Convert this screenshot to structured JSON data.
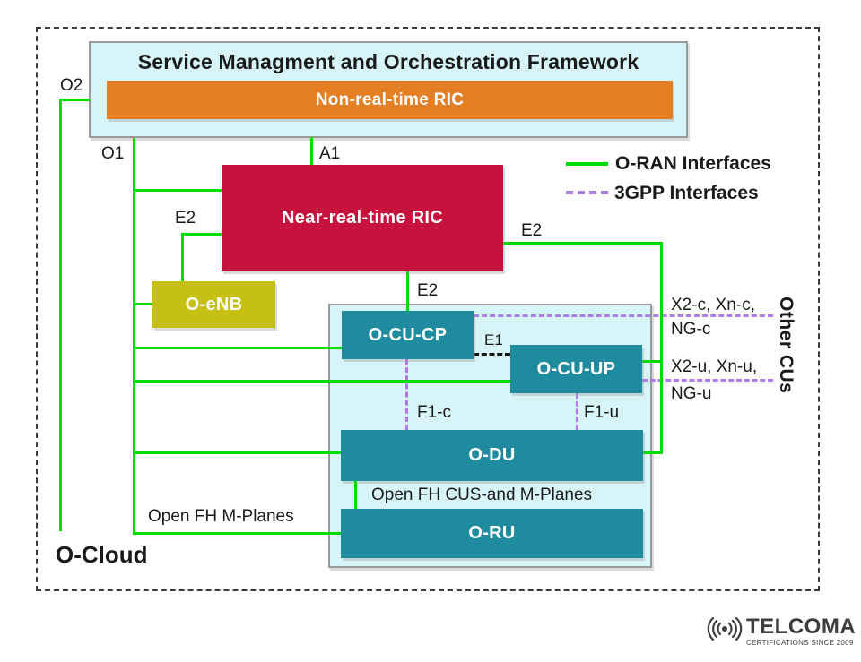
{
  "colors": {
    "cyan": "#D7F5F8",
    "box_border": "#999999",
    "orange": "#E57F24",
    "crimson": "#C6123C",
    "teal": "#1E8C9E",
    "yellow_green": "#C5C013",
    "green": "#00DC00",
    "purple": "#AE7BE8",
    "ink": "#1A1A1A",
    "logo": "#3D3D3D"
  },
  "smo": {
    "title": "Service Managment and Orchestration Framework",
    "non_rt_ric": "Non-real-time RIC"
  },
  "nodes": {
    "near_rt_ric": "Near-real-time RIC",
    "o_enb": "O-eNB",
    "o_cu_cp": "O-CU-CP",
    "o_cu_up": "O-CU-UP",
    "o_du": "O-DU",
    "o_ru": "O-RU"
  },
  "interfaces": {
    "o2": "O2",
    "o1": "O1",
    "a1": "A1",
    "e2_left": "E2",
    "e2_mid": "E2",
    "e2_right": "E2",
    "e1": "E1",
    "f1_c": "F1-c",
    "f1_u": "F1-u"
  },
  "gpp": {
    "ctrl_line1": "X2-c, Xn-c,",
    "ctrl_line2": "NG-c",
    "user_line1": "X2-u, Xn-u,",
    "user_line2": "NG-u",
    "other_cus": "Other CUs"
  },
  "annotations": {
    "open_fh_cus": "Open FH CUS-and M-Planes",
    "open_fh_m": "Open FH M-Planes",
    "o_cloud": "O-Cloud"
  },
  "legend": {
    "oran_label": "O-RAN Interfaces",
    "gpp_label": "3GPP Interfaces"
  },
  "logo": {
    "brand": "TELCOMA",
    "tagline": "CERTIFICATIONS SINCE 2009"
  }
}
